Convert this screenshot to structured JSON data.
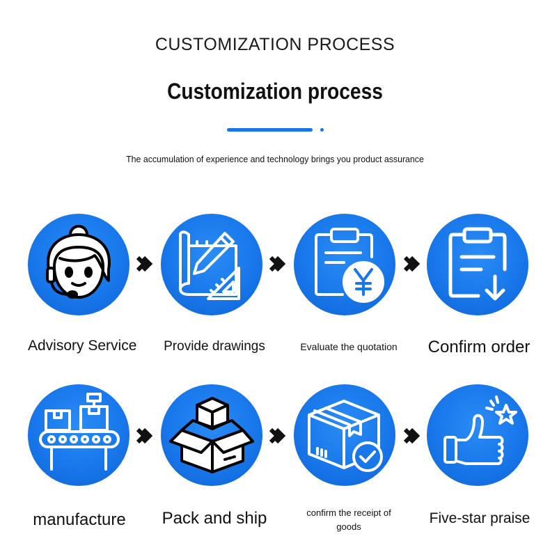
{
  "header": {
    "title_en_caps": "CUSTOMIZATION PROCESS",
    "title": "Customization process",
    "subtitle": "The accumulation of experience and technology brings you product assurance"
  },
  "colors": {
    "accent": "#1a73e8",
    "circle": "#1877ea",
    "arrow": "#111111"
  },
  "steps": [
    {
      "label": "Advisory Service",
      "icon": "customer-service-icon"
    },
    {
      "label": "Provide drawings",
      "icon": "drawing-icon"
    },
    {
      "label": "Evaluate the quotation",
      "icon": "quotation-icon"
    },
    {
      "label": "Confirm order",
      "icon": "order-clipboard-icon"
    },
    {
      "label": "manufacture",
      "icon": "conveyor-icon"
    },
    {
      "label": "Pack and ship",
      "icon": "open-box-icon"
    },
    {
      "label": "confirm the receipt of",
      "label2": "goods",
      "icon": "box-check-icon"
    },
    {
      "label": "Five-star praise",
      "icon": "thumbs-up-icon"
    }
  ]
}
